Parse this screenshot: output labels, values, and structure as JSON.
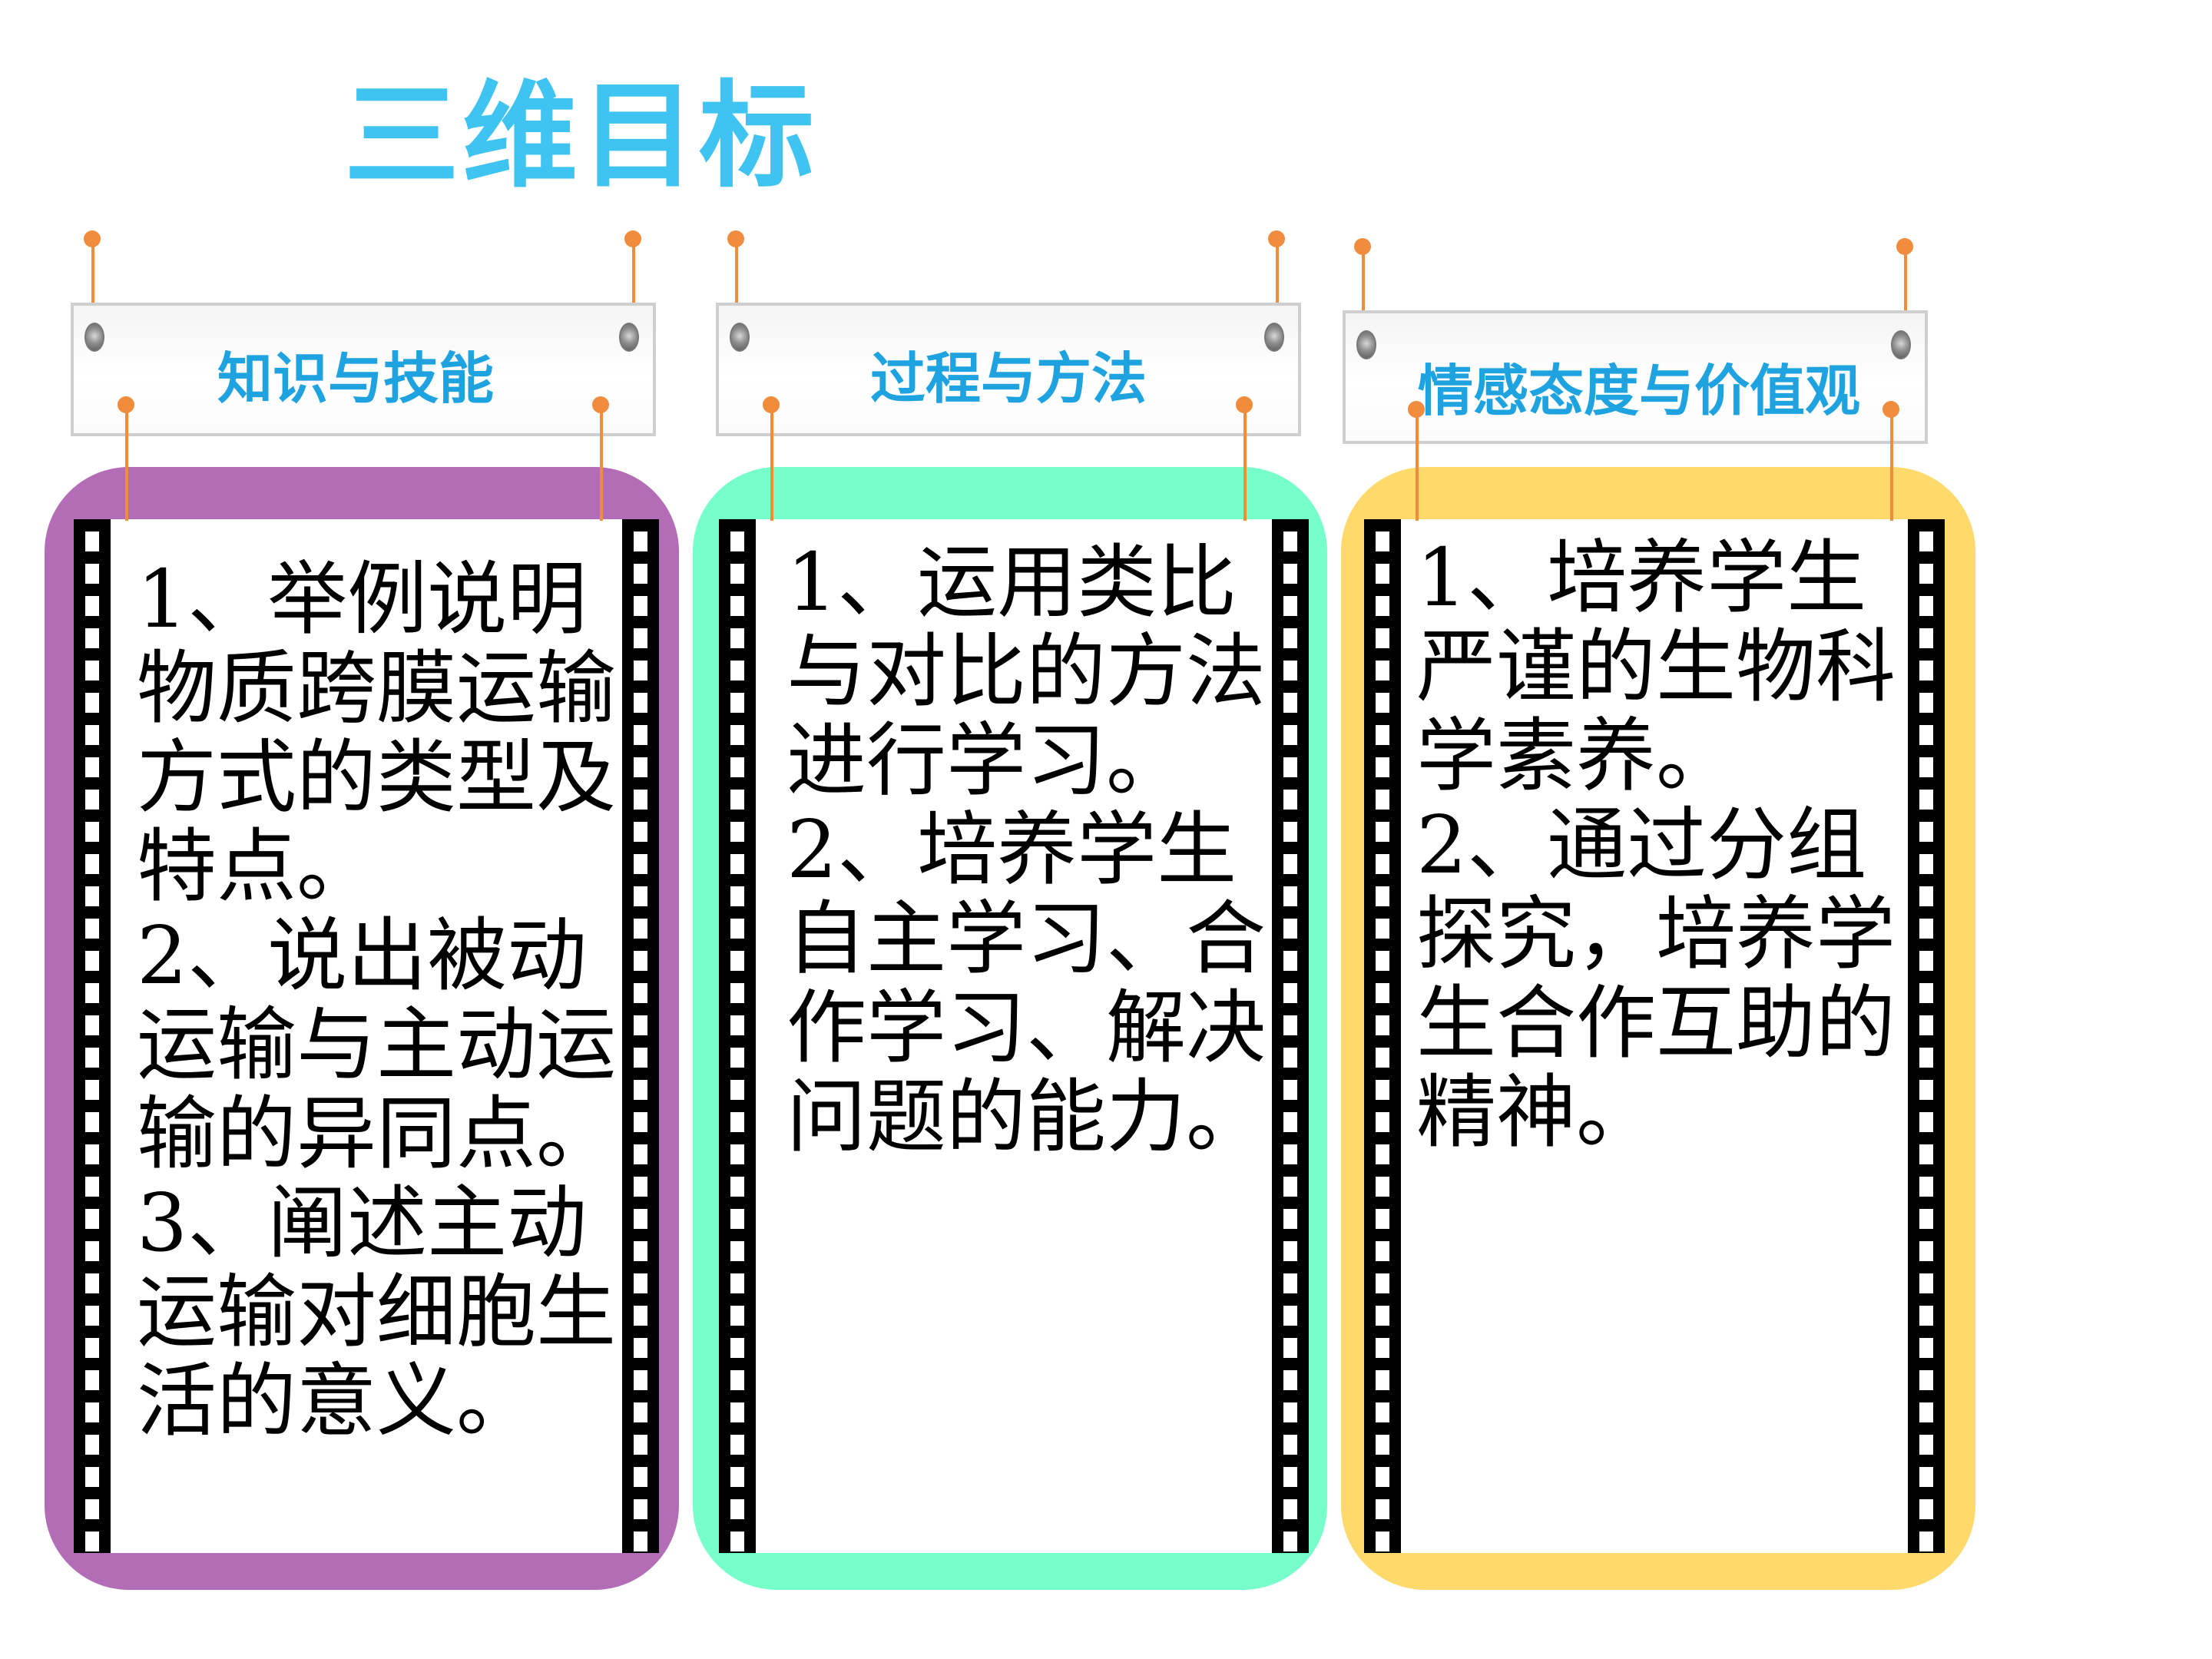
{
  "title": "三维目标",
  "colors": {
    "title": "#3fc4f1",
    "label": "#1ea3e0",
    "purple": "#b36db6",
    "green": "#76ffcb",
    "yellow": "#ffd96b",
    "wire": "#f08c3c"
  },
  "columns": [
    {
      "label": "知识与技能",
      "lines": [
        "1、举例说明",
        "物质跨膜运输",
        "方式的类型及",
        "特点。",
        "2、说出被动",
        "运输与主动运",
        "输的异同点。",
        "3、阐述主动",
        "运输对细胞生",
        "活的意义。"
      ]
    },
    {
      "label": "过程与方法",
      "lines": [
        "1、运用类比",
        "与对比的方法",
        "进行学习。",
        "2、培养学生",
        "自主学习、合",
        "作学习、解决",
        "问题的能力。"
      ]
    },
    {
      "label": "情感态度与价值观",
      "lines": [
        "1、培养学生",
        "严谨的生物科",
        "学素养。",
        "2、通过分组",
        "探究，培养学",
        "生合作互助的",
        "精神。"
      ]
    }
  ]
}
